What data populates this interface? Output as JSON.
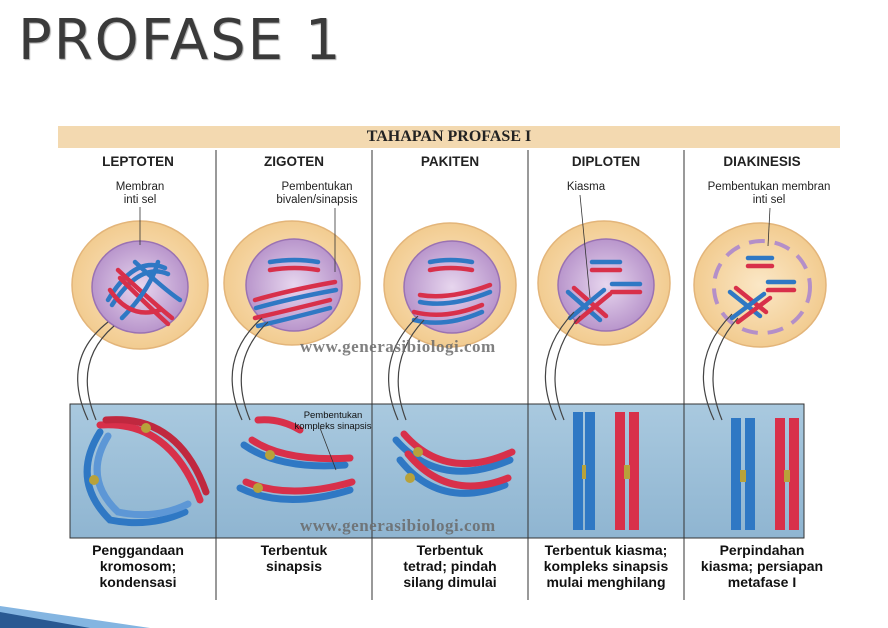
{
  "slide": {
    "title": "PROFASE 1"
  },
  "figure": {
    "title": "TAHAPAN PROFASE I",
    "stages": [
      {
        "name": "LEPTOTEN",
        "label": "Membran\ninti sel",
        "caption": "Penggandaan\nkromosom;\nkondensasi"
      },
      {
        "name": "ZIGOTEN",
        "label": "Pembentukan\nbivalen/sinapsis",
        "caption": "Terbentuk\nsinapsis"
      },
      {
        "name": "PAKITEN",
        "label": "",
        "caption": "Terbentuk\ntetrad; pindah\nsilang dimulai"
      },
      {
        "name": "DIPLOTEN",
        "label": "Kiasma",
        "caption": "Terbentuk kiasma;\nkompleks sinapsis\nmulai menghilang"
      },
      {
        "name": "DIAKINESIS",
        "label": "Pembentukan membran\ninti sel",
        "caption": "Perpindahan\nkiasma; persiapan\nmetafase I"
      }
    ],
    "detail_label": "Pembentukan\nkompleks sinapsis",
    "watermark": "www.generasibiologi.com"
  },
  "colors": {
    "band": "#f3d9b0",
    "cell": "#f6d7a4",
    "nucleus": "#c7a6d4",
    "panel": "#9fc1d9",
    "red": "#d8304a",
    "blue": "#2f78c4",
    "chiasma": "#b8a23a"
  }
}
